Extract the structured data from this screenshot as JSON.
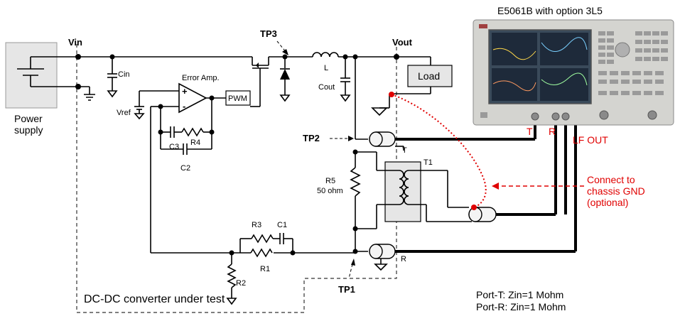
{
  "labels": {
    "instrument": "E5061B with option 3L5",
    "power_supply_line1": "Power",
    "power_supply_line2": "supply",
    "vin": "Vin",
    "vout": "Vout",
    "tp1": "TP1",
    "tp2": "TP2",
    "tp3": "TP3",
    "cin": "Cin",
    "cout": "Cout",
    "inductor": "L",
    "load": "Load",
    "error_amp": "Error Amp.",
    "pwm": "PWM",
    "vref": "Vref",
    "plus": "+",
    "minus": "-",
    "c2": "C2",
    "c3": "C3",
    "r4": "R4",
    "r3": "R3",
    "c1": "C1",
    "r1": "R1",
    "r2": "R2",
    "r5_line1": "R5",
    "r5_line2": "50 ohm",
    "t1": "T1",
    "port_t": "T",
    "port_r": "R",
    "lf_out": "LF OUT",
    "chassis_line1": "Connect to",
    "chassis_line2": "chassis GND",
    "chassis_line3": "(optional)",
    "dut": "DC-DC converter under test",
    "port_t_zin": "Port-T: Zin=1 Mohm",
    "port_r_zin": "Port-R: Zin=1 Mohm"
  },
  "colors": {
    "annotation_red": "#e00000",
    "wire": "#000000"
  }
}
